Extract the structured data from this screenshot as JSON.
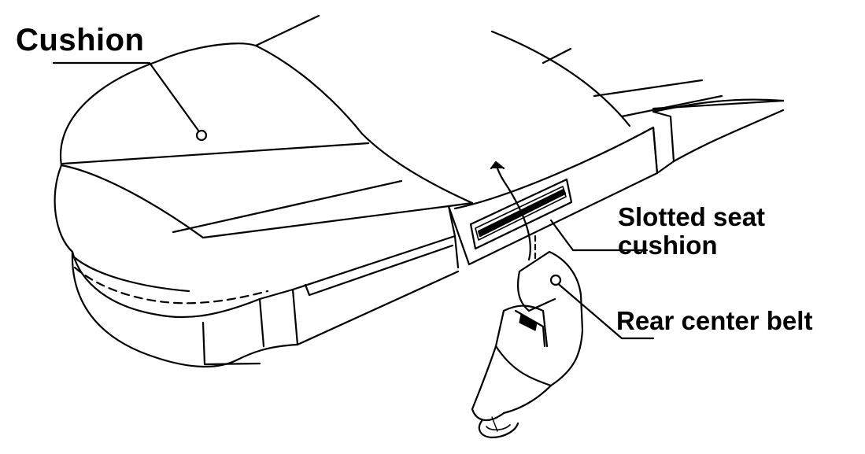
{
  "labels": {
    "cushion": "Cushion",
    "slotted_line1": "Slotted seat",
    "slotted_line2": "cushion",
    "rear_center_belt": "Rear center belt"
  },
  "colors": {
    "stroke": "#000000",
    "background": "#ffffff"
  }
}
